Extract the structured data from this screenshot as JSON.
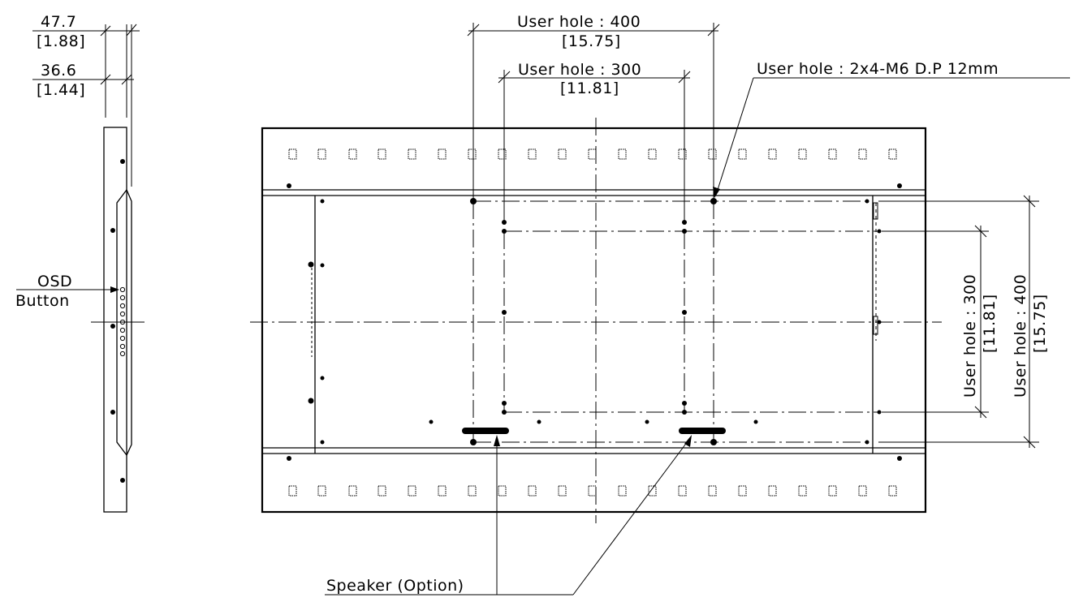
{
  "side_view": {
    "depth_overall": "47.7",
    "depth_overall_in": "[1.88]",
    "depth_body": "36.6",
    "depth_body_in": "[1.44]",
    "osd_label_line1": "OSD",
    "osd_label_line2": "Button"
  },
  "front_view": {
    "horiz_400": "User hole : 400",
    "horiz_400_in": "[15.75]",
    "horiz_300": "User hole : 300",
    "horiz_300_in": "[11.81]",
    "hole_spec": "User hole : 2x4-M6 D.P 12mm",
    "vert_300": "User hole : 300",
    "vert_300_in": "[11.81]",
    "vert_400": "User hole : 400",
    "vert_400_in": "[15.75]",
    "speaker": "Speaker (Option)"
  }
}
